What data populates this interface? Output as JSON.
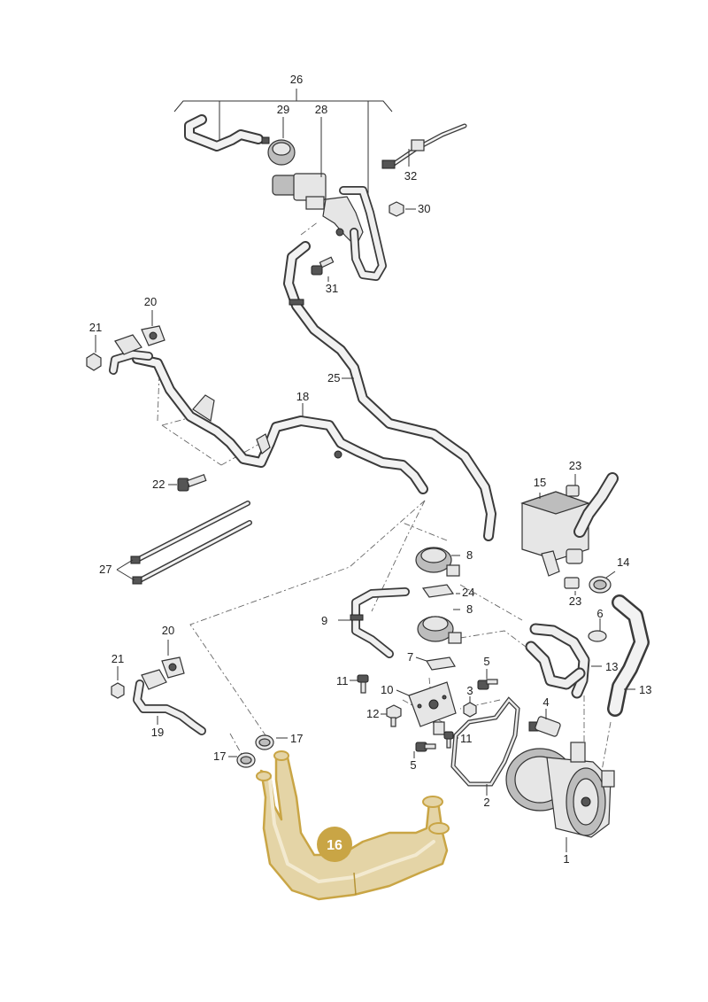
{
  "diagram": {
    "highlight_color": "#c9a545",
    "highlight_fill": "#e4d4a6",
    "highlighted_part": "16",
    "labels": [
      "26",
      "29",
      "28",
      "32",
      "30",
      "31",
      "20",
      "21",
      "25",
      "18",
      "22",
      "23",
      "15",
      "27",
      "8",
      "14",
      "24",
      "9",
      "7",
      "6",
      "13",
      "11",
      "5",
      "10",
      "3",
      "4",
      "12",
      "17",
      "19",
      "2",
      "1"
    ]
  }
}
